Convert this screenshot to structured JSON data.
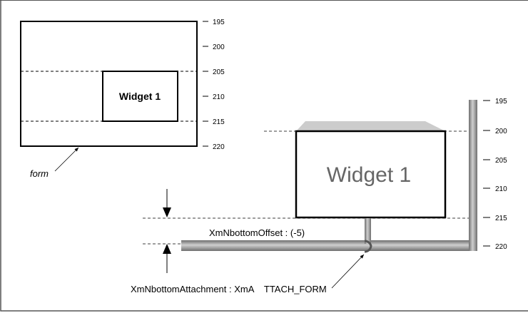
{
  "left_diagram": {
    "widget_label": "Widget 1",
    "form_label": "form",
    "ticks": [
      "195",
      "200",
      "205",
      "210",
      "215",
      "220"
    ]
  },
  "right_diagram": {
    "widget_label": "Widget 1",
    "ticks": [
      "195",
      "200",
      "205",
      "210",
      "215",
      "220"
    ],
    "offset_label": "XmNbottomOffset : (-5)",
    "attachment_label": "XmNbottomAttachment : XmA    TTACH_FORM"
  },
  "colors": {
    "pipe": "#8a8a8a",
    "pipe_highlight": "#c8c8c8",
    "widget_top": "#cccccc",
    "big_widget_text": "#666666"
  }
}
